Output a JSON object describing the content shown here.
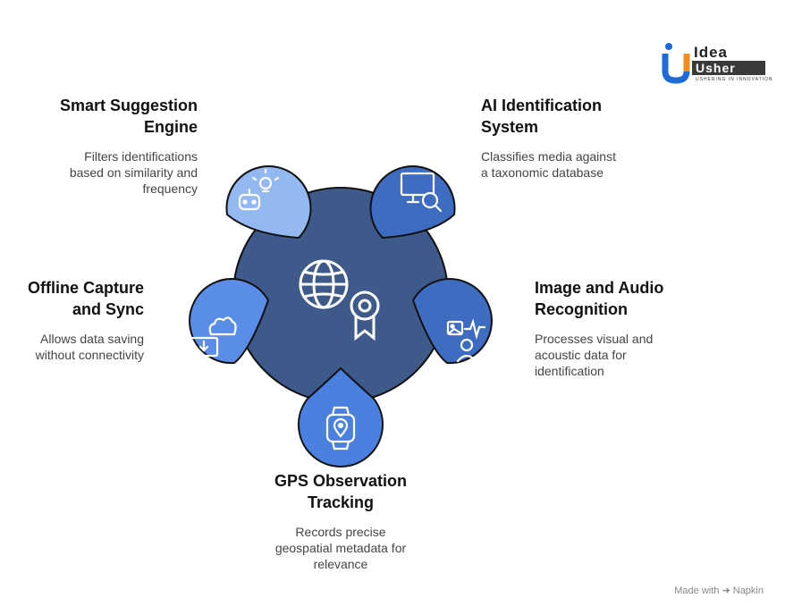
{
  "brand": {
    "word1": "Idea",
    "word2": "Usher",
    "tagline": "USHERING IN INNOVATION"
  },
  "nodes": [
    {
      "title_lines": [
        "Smart Suggestion",
        "Engine"
      ],
      "desc_lines": [
        "Filters identifications",
        "based on similarity and",
        "frequency"
      ],
      "icon": "robot-lightbulb-icon",
      "color": "#93b8f2"
    },
    {
      "title_lines": [
        "AI Identification",
        "System"
      ],
      "desc_lines": [
        "Classifies media against",
        "a taxonomic database"
      ],
      "icon": "monitor-search-icon",
      "color": "#3e6cc0"
    },
    {
      "title_lines": [
        "Offline Capture",
        "and Sync"
      ],
      "desc_lines": [
        "Allows data saving",
        "without connectivity"
      ],
      "icon": "cloud-download-monitor-icon",
      "color": "#5a8de8"
    },
    {
      "title_lines": [
        "Image and Audio",
        "Recognition"
      ],
      "desc_lines": [
        "Processes visual and",
        "acoustic data for",
        "identification"
      ],
      "icon": "image-audio-person-icon",
      "color": "#3e6cc0"
    },
    {
      "title_lines": [
        "GPS Observation",
        "Tracking"
      ],
      "desc_lines": [
        "Records precise",
        "geospatial metadata for",
        "relevance"
      ],
      "icon": "smartwatch-location-icon",
      "color": "#4a80e0"
    }
  ],
  "center": {
    "icon": "globe-award-icon",
    "color": "#3e5a8a"
  },
  "footer": {
    "made_with": "Made with",
    "brand": "Napkin"
  }
}
